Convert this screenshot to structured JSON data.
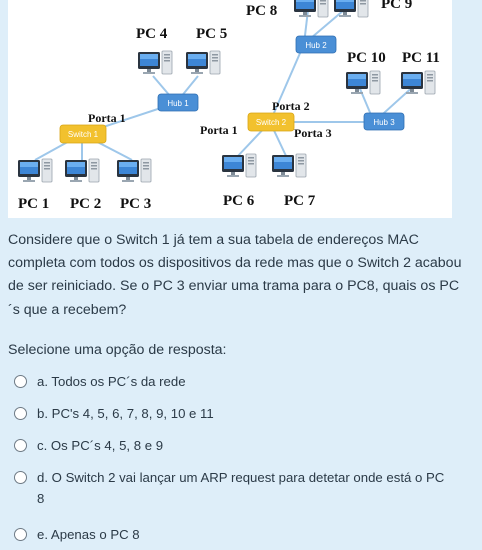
{
  "diagram": {
    "pc_labels": [
      "PC 1",
      "PC 2",
      "PC 3",
      "PC 4",
      "PC 5",
      "PC 6",
      "PC 7",
      "PC 8",
      "PC 9",
      "PC 10",
      "PC 11"
    ],
    "switch1": "Switch 1",
    "switch2": "Switch 2",
    "hub1": "Hub 1",
    "hub2": "Hub 2",
    "hub3": "Hub 3",
    "port_s1": "Porta 1",
    "port_s2_1": "Porta 1",
    "port_s2_2": "Porta 2",
    "port_s2_3": "Porta 3",
    "colors": {
      "switch": "#f2c12e",
      "hub": "#4a8fd6",
      "link": "#9ec7ea"
    }
  },
  "question": "Considere que o Switch 1 já tem a sua tabela de endereços MAC completa com todos os dispositivos da rede mas que o Switch 2 acabou de ser reiniciado. Se o PC 3 enviar uma trama para o PC8, quais os PC´s que a recebem?",
  "prompt": "Selecione uma opção de resposta:",
  "options": [
    "a. Todos os PC´s da rede",
    "b. PC's 4, 5, 6, 7, 8, 9, 10 e 11",
    "c. Os PC´s 4, 5, 8 e 9",
    "d. O Switch 2 vai lançar um ARP request para detetar onde está o PC 8",
    "e. Apenas o PC 8"
  ]
}
